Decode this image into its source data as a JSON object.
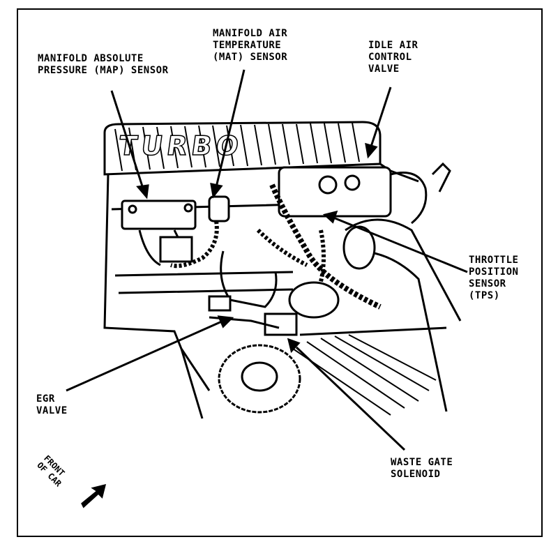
{
  "labels": {
    "map_sensor": [
      "MANIFOLD ABSOLUTE",
      "PRESSURE (MAP) SENSOR"
    ],
    "mat_sensor": [
      "MANIFOLD AIR",
      "TEMPERATURE",
      "(MAT) SENSOR"
    ],
    "idle_air": [
      "IDLE AIR",
      "CONTROL",
      "VALVE"
    ],
    "tps": [
      "THROTTLE",
      "POSITION",
      "SENSOR",
      "(TPS)"
    ],
    "egr": [
      "EGR",
      "VALVE"
    ],
    "waste_gate": [
      "WASTE GATE",
      "SOLENOID"
    ],
    "front": [
      "FRONT",
      "OF CAR"
    ],
    "plenum_text": "TURBO"
  },
  "colors": {
    "ink": "#000000",
    "paper": "#ffffff"
  }
}
